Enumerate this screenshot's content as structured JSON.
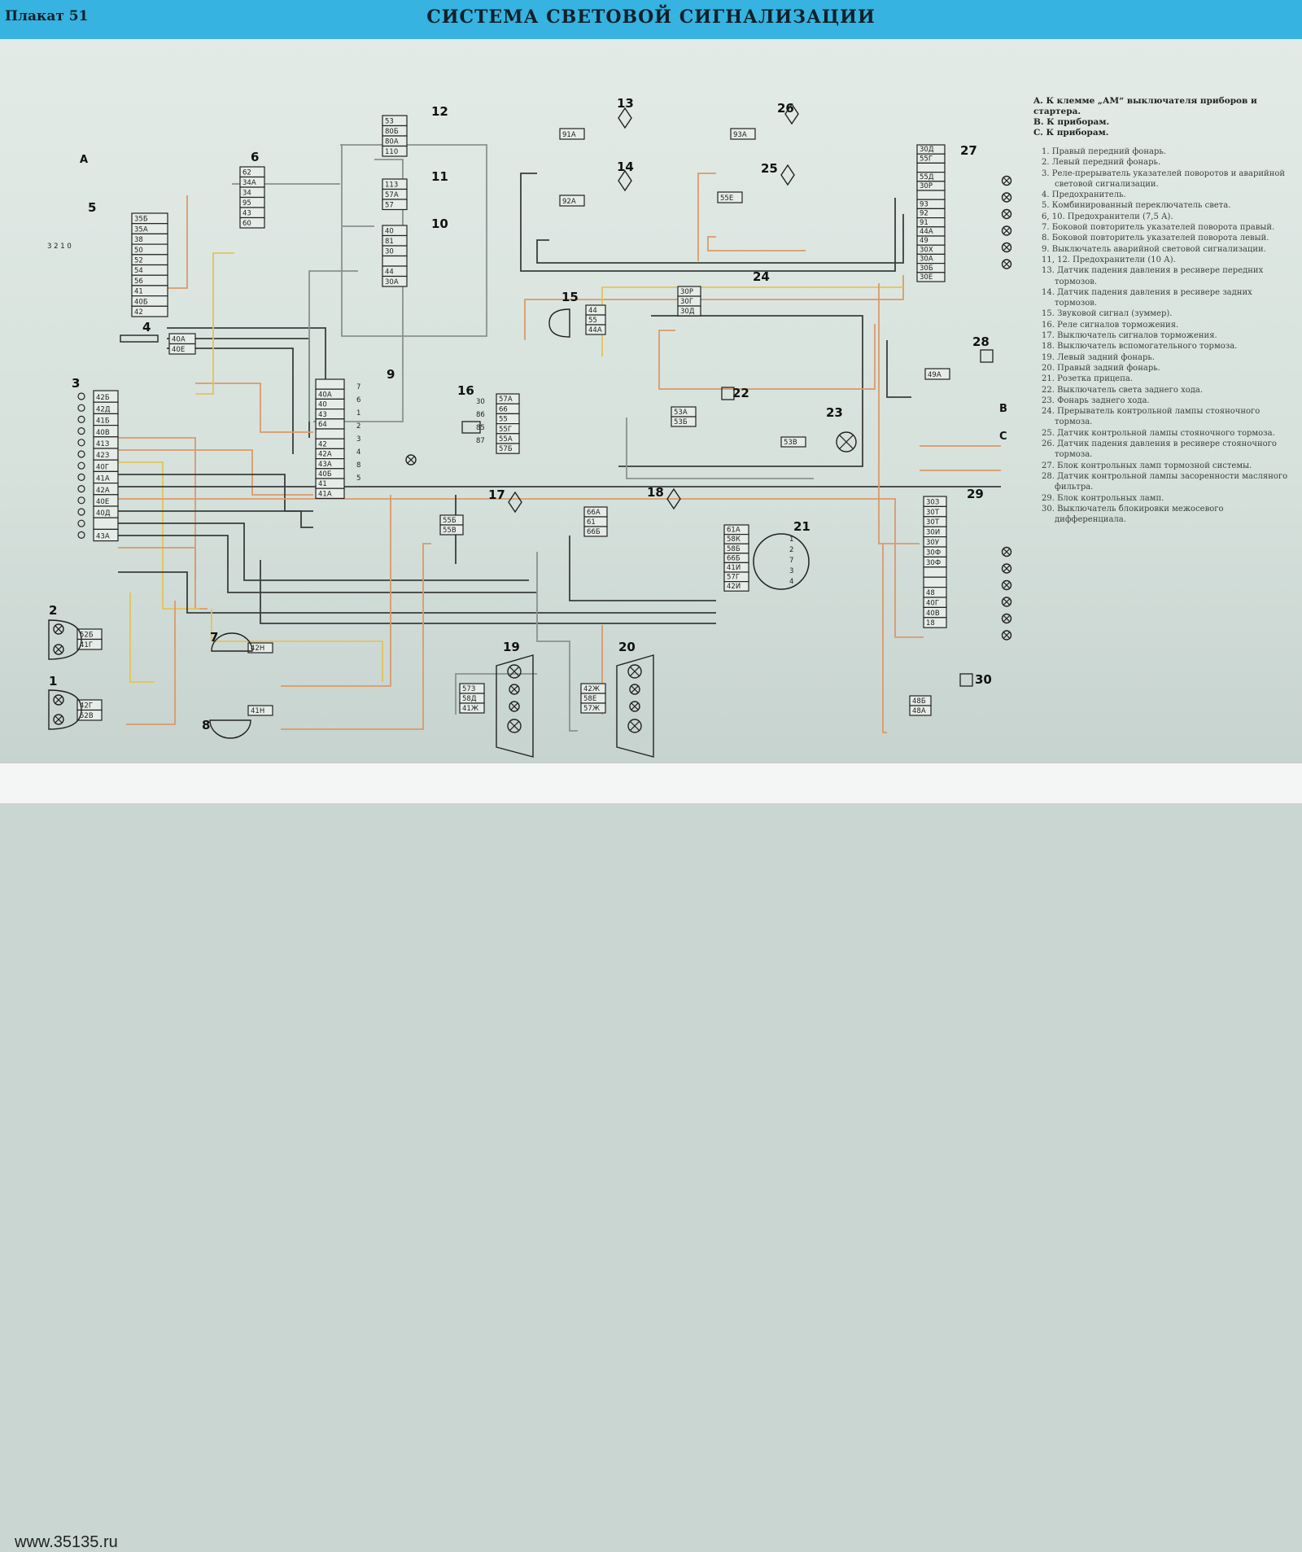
{
  "header": {
    "poster_label": "Плакат 51",
    "title": "СИСТЕМА СВЕТОВОЙ СИГНАЛИЗАЦИИ"
  },
  "footer": {
    "site": "www.35135.ru"
  },
  "colors": {
    "header_bg": "#36b3e0",
    "wire_dark": "#3a3d3c",
    "wire_orange": "#d99a6a",
    "wire_yellow": "#e2c35a",
    "wire_grey": "#8a9290"
  },
  "external_refs": {
    "A": {
      "letter": "A",
      "text": "A. К клемме „АМ“ выключателя приборов и стартера."
    },
    "B": {
      "letter": "B",
      "text": "B. К приборам."
    },
    "C": {
      "letter": "C",
      "text": "C. К приборам."
    }
  },
  "legend": [
    "1. Правый передний фонарь.",
    "2. Левый передний фонарь.",
    "3. Реле-прерыватель указателей поворотов и аварийной световой сигнализации.",
    "4. Предохранитель.",
    "5. Комбинированный переключатель света.",
    "6, 10. Предохранители (7,5 А).",
    "7. Боковой повторитель указателей поворота правый.",
    "8. Боковой повторитель указателей поворота левый.",
    "9. Выключатель аварийной световой сигнализации.",
    "11, 12. Предохранители (10 А).",
    "13. Датчик падения давления в ресивере передних тормозов.",
    "14. Датчик падения давления в ресивере задних тормозов.",
    "15. Звуковой сигнал (зуммер).",
    "16. Реле сигналов торможения.",
    "17. Выключатель сигналов торможения.",
    "18. Выключатель вспомогательного тормоза.",
    "19. Левый задний фонарь.",
    "20. Правый задний фонарь.",
    "21. Розетка прицепа.",
    "22. Выключатель света заднего хода.",
    "23. Фонарь заднего хода.",
    "24. Прерыватель контрольной лампы стояночного тормоза.",
    "25. Датчик контрольной лампы стояночного тормоза.",
    "26. Датчик падения давления в ресивере стояночного тормоза.",
    "27. Блок контрольных ламп тормозной системы.",
    "28. Датчик контрольной лампы засоренности масляного фильтра.",
    "29. Блок контрольных ламп.",
    "30. Выключатель блокировки межосевого дифференциала."
  ],
  "components": {
    "c5": {
      "num": "5",
      "pins": [
        "35Б",
        "35А",
        "38",
        "50",
        "52",
        "54",
        "56",
        "41",
        "40Б",
        "42"
      ],
      "switch_positions": "3 2 1 0"
    },
    "c4": {
      "num": "4",
      "pins": [
        "40А",
        "40Е"
      ]
    },
    "c3": {
      "num": "3",
      "pins": [
        "42Б",
        "42Д",
        "41Б",
        "40В",
        "41З",
        "42З",
        "40Г",
        "41А",
        "42А",
        "40Е",
        "40Д",
        "",
        "43А"
      ]
    },
    "c6": {
      "num": "6",
      "pins": [
        "62",
        "34А",
        "34",
        "95",
        "43",
        "60"
      ]
    },
    "c12": {
      "num": "12",
      "pins": [
        "53",
        "80Б",
        "80А",
        "110"
      ]
    },
    "c11": {
      "num": "11",
      "pins": [
        "113",
        "57А",
        "57"
      ]
    },
    "c10": {
      "num": "10",
      "pins": [
        "40",
        "81",
        "30",
        "",
        "44",
        "30А"
      ]
    },
    "c13": {
      "num": "13",
      "pins": [
        "91А"
      ]
    },
    "c14": {
      "num": "14",
      "pins": [
        "92А"
      ]
    },
    "c26": {
      "num": "26",
      "pins": [
        "93А"
      ]
    },
    "c25": {
      "num": "25",
      "pins": [
        "55Е"
      ]
    },
    "c27": {
      "num": "27",
      "pins": [
        "30Д",
        "55Г",
        "",
        "55Д",
        "30Р",
        "",
        "93",
        "92",
        "91",
        "44А",
        "49",
        "30Х",
        "30А",
        "30Б",
        "30Е"
      ]
    },
    "c15": {
      "num": "15",
      "pins": [
        "44",
        "55",
        "44А"
      ]
    },
    "c24": {
      "num": "24",
      "pins": [
        "30Р",
        "30Г",
        "30Д"
      ]
    },
    "c9": {
      "num": "9",
      "pins": [
        "",
        "40А",
        "40",
        "43",
        "64",
        "",
        "42",
        "42А",
        "43А",
        "40Б",
        "41",
        "41А"
      ],
      "terminals": [
        "7",
        "6",
        "1",
        "2",
        "3",
        "4",
        "8",
        "5"
      ]
    },
    "c16": {
      "num": "16",
      "pins": [
        "57А",
        "66",
        "55",
        "55Г",
        "55А",
        "57Б"
      ],
      "terminals": [
        "30",
        "86",
        "85",
        "87"
      ]
    },
    "c28": {
      "num": "28",
      "pins": [
        "49А"
      ]
    },
    "c22": {
      "num": "22",
      "pins": [
        "53А",
        "53Б"
      ]
    },
    "c23": {
      "num": "23",
      "pins": [
        "53В"
      ]
    },
    "c17": {
      "num": "17",
      "pins": [
        "55Б",
        "55В"
      ]
    },
    "c18": {
      "num": "18",
      "pins": [
        "66А",
        "61",
        "66Б"
      ]
    },
    "c21": {
      "num": "21",
      "pins": [
        "61А",
        "58К",
        "58Б",
        "66Б",
        "41И",
        "57Г",
        "42И"
      ],
      "socket_contacts": [
        "1",
        "2",
        "7",
        "3",
        "4"
      ]
    },
    "c29": {
      "num": "29",
      "pins": [
        "30З",
        "30Т",
        "30Т",
        "30И",
        "30У",
        "30Ф",
        "30Ф",
        "",
        "",
        "48",
        "40Г",
        "40В",
        "18"
      ]
    },
    "c2": {
      "num": "2",
      "pins": [
        "52Б",
        "41Г"
      ]
    },
    "c1": {
      "num": "1",
      "pins": [
        "42Г",
        "52В"
      ]
    },
    "c7": {
      "num": "7",
      "pins": [
        "42Н"
      ]
    },
    "c8": {
      "num": "8",
      "pins": [
        "41Н"
      ]
    },
    "c19": {
      "num": "19",
      "pins": [
        "57З",
        "58Д",
        "41Ж"
      ]
    },
    "c20": {
      "num": "20",
      "pins": [
        "42Ж",
        "58Е",
        "57Ж"
      ]
    },
    "c30": {
      "num": "30",
      "pins": [
        "48Б",
        "48А"
      ]
    }
  }
}
